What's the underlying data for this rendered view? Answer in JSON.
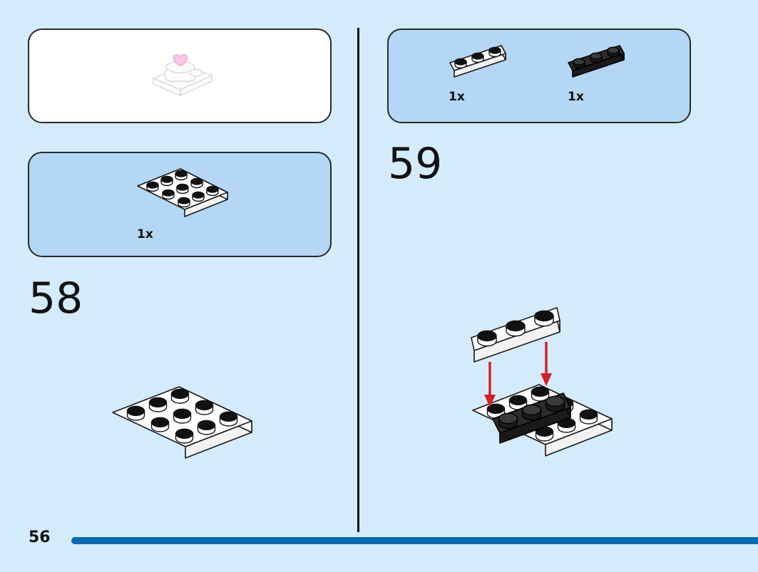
{
  "step58": {
    "number": "58",
    "parts": [
      {
        "quantity": "1x",
        "part": "white-plate-3x3-icon"
      }
    ]
  },
  "step59": {
    "number": "59",
    "parts": [
      {
        "quantity": "1x",
        "part": "white-plate-1x3-icon"
      },
      {
        "quantity": "1x",
        "part": "black-plate-1x3-icon"
      }
    ]
  },
  "page": {
    "number": "56"
  },
  "colors": {
    "background": "#d4ebfb",
    "parts_panel": "#b3d7f4",
    "progress_bar": "#0a6ab5",
    "arrow": "#d41f26",
    "heart": "#f7c6e8"
  }
}
